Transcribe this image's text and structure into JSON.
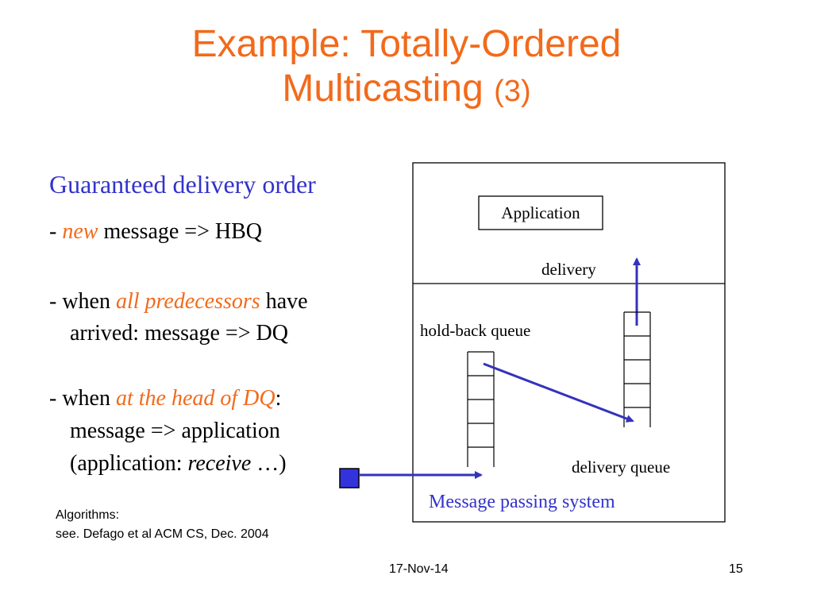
{
  "slide": {
    "title_line1": "Example: Totally-Ordered",
    "title_line2": "Multicasting",
    "title_number": "(3)"
  },
  "body": {
    "heading": "Guaranteed delivery order",
    "b1": {
      "prefix": "- ",
      "highlight": "new",
      "rest": " message => HBQ"
    },
    "b2": {
      "prefix": "- when ",
      "highlight": "all predecessors",
      "rest": " have",
      "line2": "arrived:  message  =>  DQ"
    },
    "b3": {
      "prefix": "- when ",
      "highlight": "at the head of DQ",
      "rest": ":",
      "line2": "message => application",
      "line3_prefix": "(application: ",
      "line3_italic": "receive",
      "line3_suffix": " …)"
    }
  },
  "algorithms": {
    "line1": "Algorithms:",
    "line2": "see. Defago et al ACM CS, Dec. 2004"
  },
  "diagram": {
    "application_label": "Application",
    "delivery_label": "delivery",
    "hold_back_label": "hold-back queue",
    "delivery_queue_label": "delivery queue",
    "mps_label": "Message passing system",
    "arrow_color": "#3333bb",
    "square_color": "#3333dd"
  },
  "footer": {
    "date": "17-Nov-14",
    "page": "15"
  },
  "colors": {
    "title": "#f26a1b",
    "heading": "#3333cc",
    "highlight": "#f26a1b"
  }
}
